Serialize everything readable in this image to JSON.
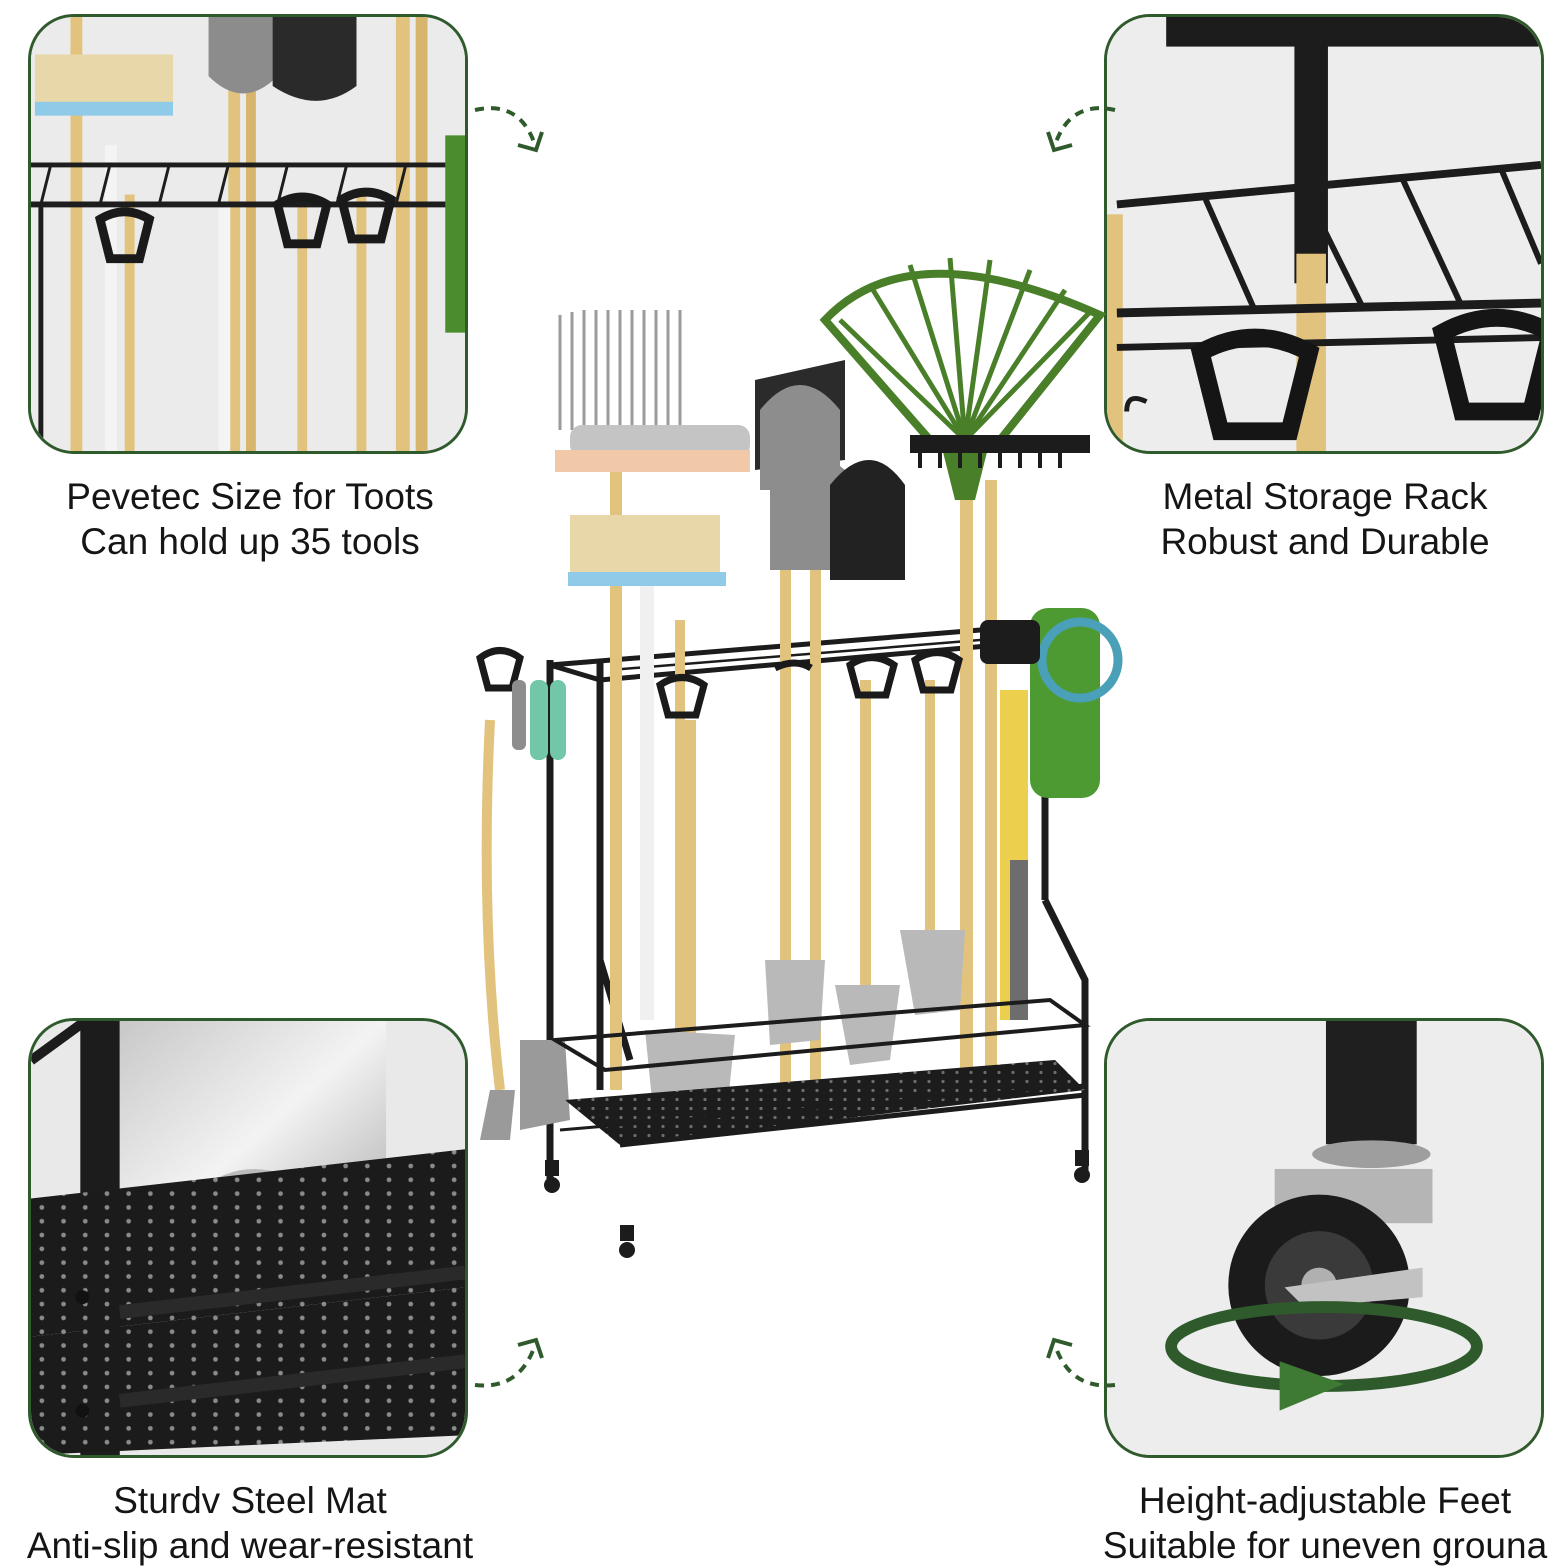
{
  "captions": {
    "top_left": {
      "line1": "Pevetec Size for Toots",
      "line2": "Can hold up 35 tools"
    },
    "top_right": {
      "line1": "Metal Storage Rack",
      "line2": "Robust and Durable"
    },
    "bottom_left": {
      "line1": "Sturdv Steel Mat",
      "line2": "Anti-slip and wear-resistant"
    },
    "bottom_right": {
      "line1": "Height-adjustable Feet",
      "line2": "Suitable for uneven grouna"
    }
  },
  "colors": {
    "panel_border": "#2f5a2c",
    "arrow": "#2f5a2c",
    "metal": "#1c1c1c",
    "wood": "#e0c07a",
    "rake_green": "#4a7f2a"
  },
  "icons": [
    "dashed-arrow-icon",
    "rotation-arrow-icon",
    "caster-wheel-icon"
  ]
}
